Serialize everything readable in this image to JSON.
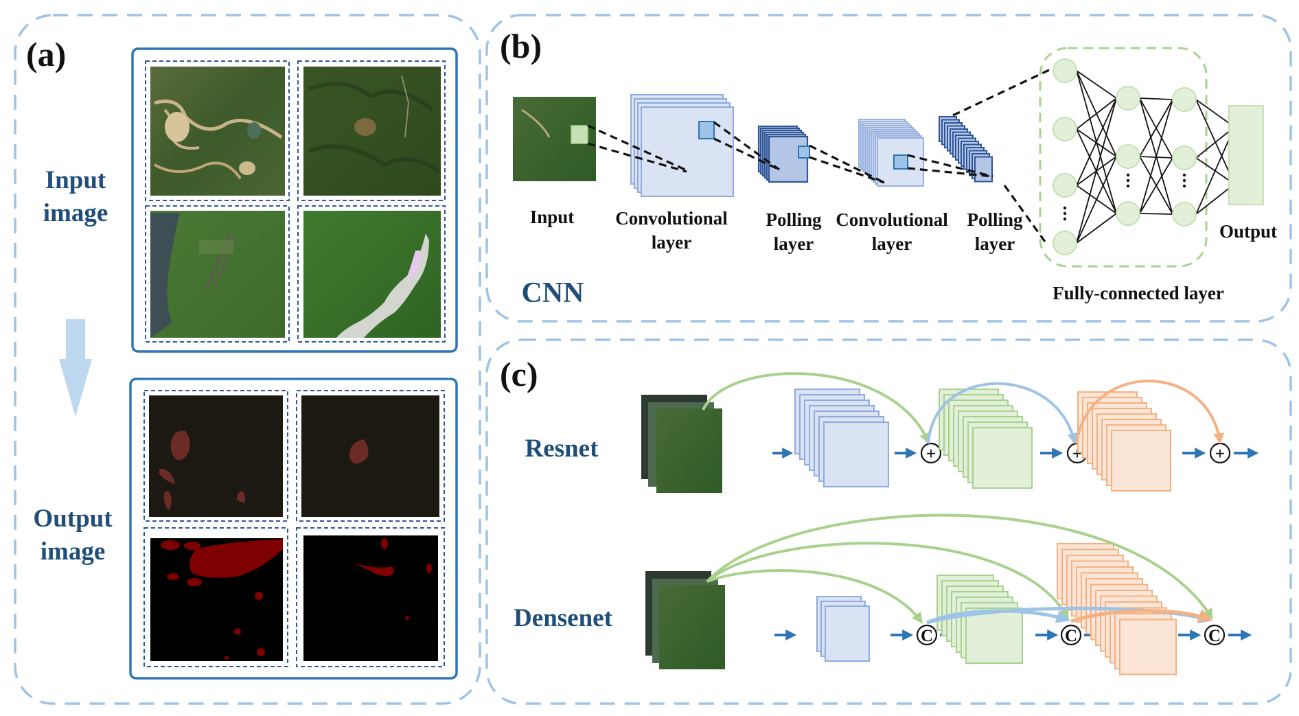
{
  "figure": {
    "panel_a": {
      "tag": "(a)",
      "input_label_line1": "Input",
      "input_label_line2": "image",
      "output_label_line1": "Output",
      "output_label_line2": "image",
      "input_tiles": [
        "satellite-forest-mining",
        "satellite-dark-forest",
        "satellite-river-valley",
        "satellite-reservoir"
      ],
      "output_tiles": [
        "mask-brown-4-regions",
        "mask-brown-1-region",
        "mask-red-many-regions",
        "mask-red-few-regions"
      ]
    },
    "panel_b": {
      "tag": "(b)",
      "title": "CNN",
      "stages": [
        {
          "line1": "Input",
          "line2": ""
        },
        {
          "line1": "Convolutional",
          "line2": "layer"
        },
        {
          "line1": "Polling",
          "line2": "layer"
        },
        {
          "line1": "Convolutional",
          "line2": "layer"
        },
        {
          "line1": "Polling",
          "line2": "layer"
        }
      ],
      "fc_label": "Fully-connected layer",
      "output_label": "Output",
      "ellipsis": "⋮"
    },
    "panel_c": {
      "tag": "(c)",
      "resnet_label": "Resnet",
      "densenet_label": "Densenet",
      "add_symbol": "+",
      "concat_symbol": "C"
    },
    "colors": {
      "panel_border": "#9dc3e6",
      "box_border": "#2e75b6",
      "label_blue": "#1f4e79",
      "layer_blue_fill": "#dae3f3",
      "layer_blue_stroke": "#8faadc",
      "pool_fill": "#b4c7e7",
      "pool_stroke": "#2f5597",
      "green_fill": "#e2f0d9",
      "green_stroke": "#a9d18e",
      "orange_fill": "#fbe5d6",
      "orange_stroke": "#f4b183",
      "arrow_blue": "#2e75b6"
    }
  }
}
